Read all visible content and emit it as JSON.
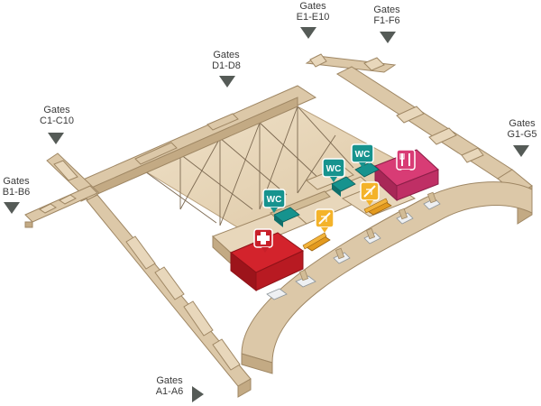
{
  "map": {
    "gates": [
      {
        "id": "a",
        "title": "Gates",
        "range": "A1-A6"
      },
      {
        "id": "b",
        "title": "Gates",
        "range": "B1-B6"
      },
      {
        "id": "c",
        "title": "Gates",
        "range": "C1-C10"
      },
      {
        "id": "d",
        "title": "Gates",
        "range": "D1-D8"
      },
      {
        "id": "e",
        "title": "Gates",
        "range": "E1-E10"
      },
      {
        "id": "f",
        "title": "Gates",
        "range": "F1-F6"
      },
      {
        "id": "g",
        "title": "Gates",
        "range": "G1-G5"
      }
    ],
    "restroom_label": "WC",
    "colors": {
      "terminal": "#dcc8a8",
      "terminal_edge": "#b9a07c",
      "hall_floor": "#e8d7bb",
      "restroom": "#16938e",
      "first_aid": "#c8202a",
      "dining": "#d83c75",
      "info_icon": "#f4b32a",
      "arrow": "#555b57"
    },
    "icons": [
      "restroom-icon",
      "first-aid-icon",
      "dining-icon",
      "ticket-desk-icon"
    ]
  }
}
